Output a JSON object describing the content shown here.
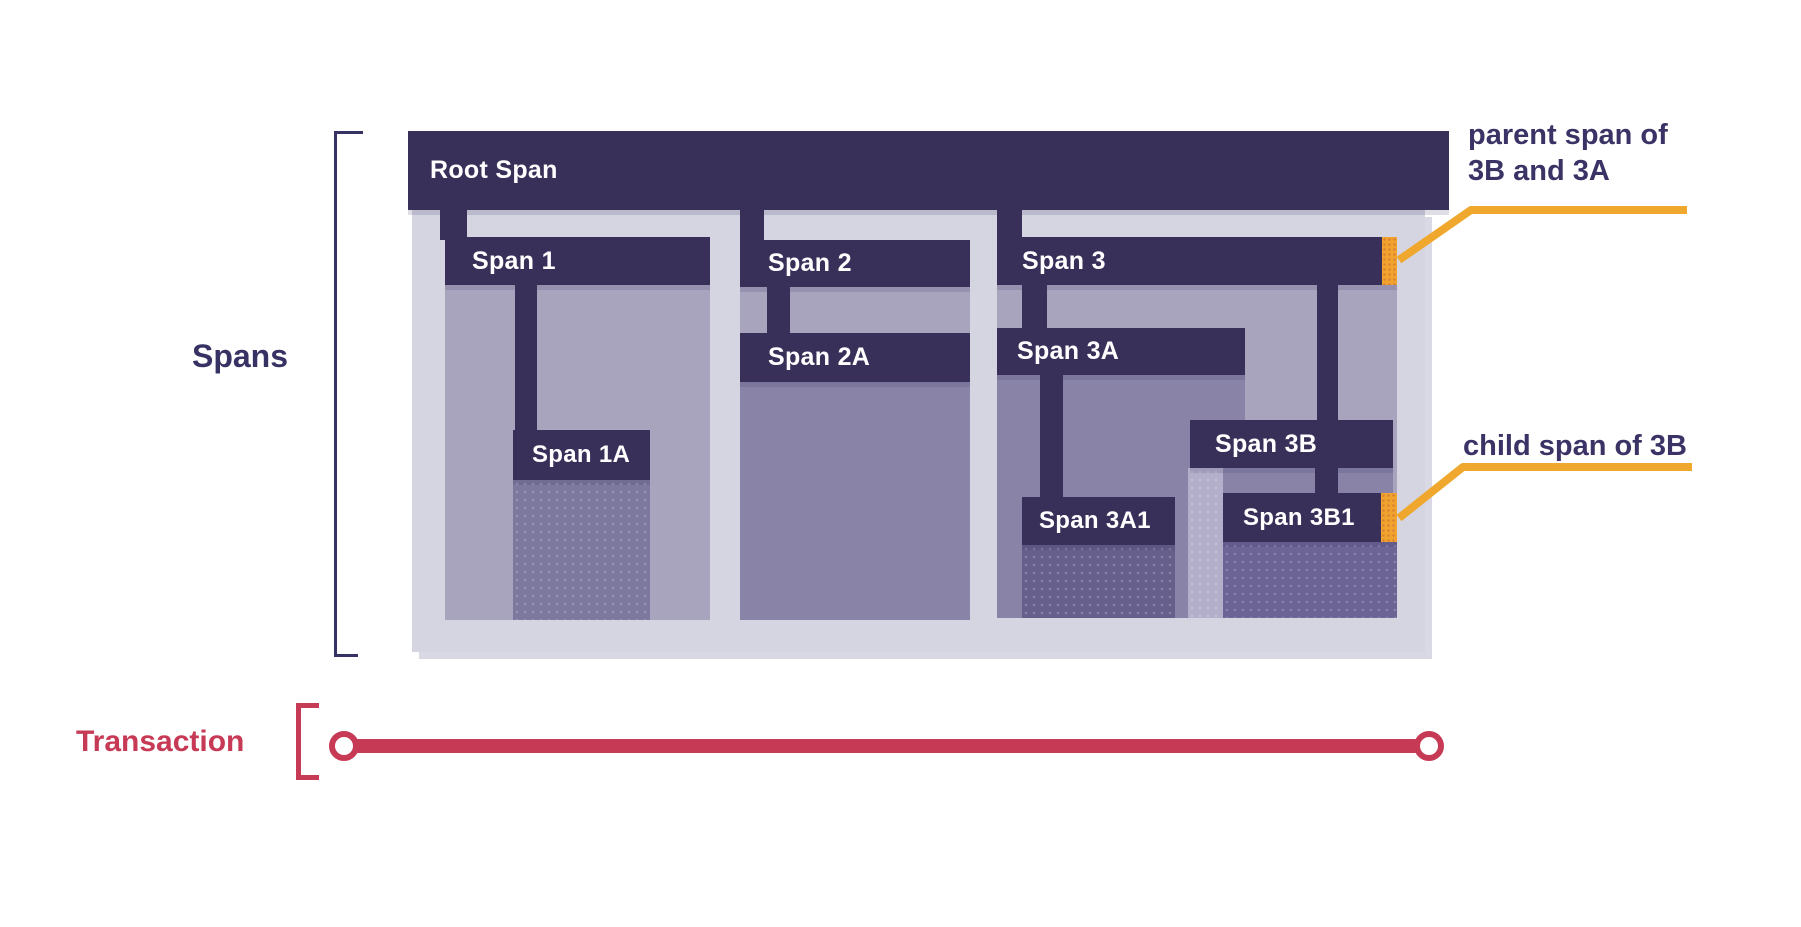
{
  "section_labels": {
    "spans": "Spans",
    "transaction": "Transaction"
  },
  "bars": {
    "root": "Root Span",
    "span1": "Span 1",
    "span1a": "Span 1A",
    "span2": "Span 2",
    "span2a": "Span 2A",
    "span3": "Span 3",
    "span3a": "Span 3A",
    "span3a1": "Span 3A1",
    "span3b": "Span 3B",
    "span3b1": "Span 3B1"
  },
  "annotations": {
    "parent_line1": "parent span of",
    "parent_line2": "3B and 3A",
    "child": "child span of 3B"
  },
  "colors": {
    "span_bar": "#393059",
    "body_light": "#A8A4BE",
    "body_medium": "#8883A7",
    "body_dark": "#665F8C",
    "container_lavender": "#D5D4E1",
    "annotation_orange": "#EFA72E",
    "marker_orange": "#F0A42D",
    "transaction_red": "#C73A55",
    "label_purple": "#3A3366"
  }
}
